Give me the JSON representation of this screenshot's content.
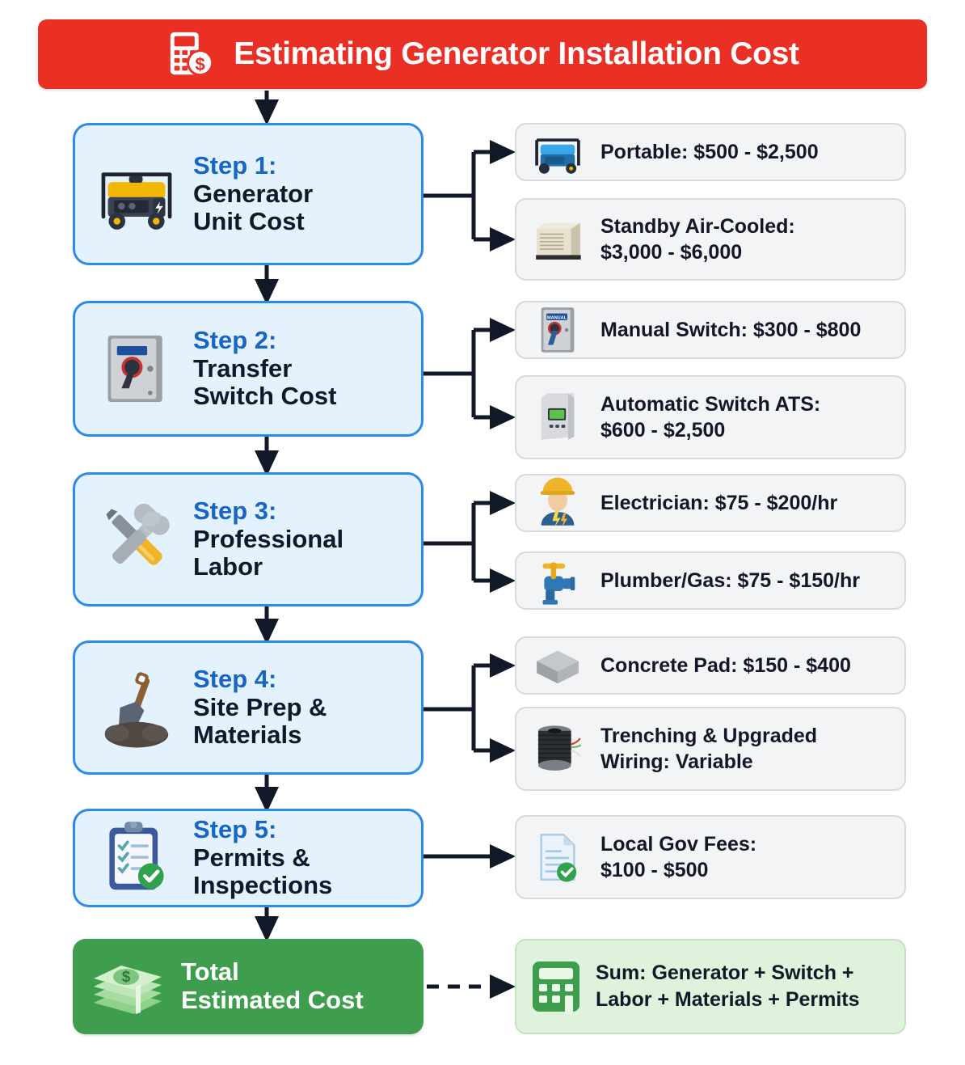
{
  "header": {
    "title": "Estimating Generator Installation Cost",
    "icon": "calculator-dollar-icon",
    "color": "#ea2f25"
  },
  "theme": {
    "step_fill": "#e3f2fd",
    "step_border": "#2b8bea",
    "step_label_color": "#1766c4",
    "detail_fill": "#f3f4f6",
    "detail_border": "#d7d9dd",
    "total_fill": "#3f9e4d",
    "sum_fill": "#dff2dc",
    "connector_color": "#111827"
  },
  "steps": [
    {
      "label": "Step 1:",
      "title_line1": "Generator",
      "title_line2": "Unit Cost",
      "icon": "portable-generator-yellow-icon",
      "details": [
        {
          "icon": "portable-generator-blue-icon",
          "line1": "Portable: $500 - $2,500",
          "line2": ""
        },
        {
          "icon": "standby-generator-icon",
          "line1": "Standby Air-Cooled:",
          "line2": "$3,000 - $6,000"
        }
      ]
    },
    {
      "label": "Step 2:",
      "title_line1": "Transfer",
      "title_line2": "Switch Cost",
      "icon": "transfer-switch-box-icon",
      "details": [
        {
          "icon": "manual-switch-icon",
          "line1": "Manual Switch: $300 - $800",
          "line2": ""
        },
        {
          "icon": "automatic-switch-icon",
          "line1": "Automatic Switch ATS:",
          "line2": "$600 - $2,500"
        }
      ]
    },
    {
      "label": "Step 3:",
      "title_line1": "Professional",
      "title_line2": "Labor",
      "icon": "tools-wrench-screwdriver-icon",
      "details": [
        {
          "icon": "electrician-worker-icon",
          "line1": "Electrician: $75 - $200/hr",
          "line2": ""
        },
        {
          "icon": "plumber-valve-icon",
          "line1": "Plumber/Gas: $75 - $150/hr",
          "line2": ""
        }
      ]
    },
    {
      "label": "Step 4:",
      "title_line1": "Site Prep &",
      "title_line2": "Materials",
      "icon": "shovel-dirt-icon",
      "details": [
        {
          "icon": "concrete-pad-icon",
          "line1": "Concrete Pad: $150 - $400",
          "line2": ""
        },
        {
          "icon": "wire-spool-icon",
          "line1": "Trenching & Upgraded",
          "line2": "Wiring: Variable"
        }
      ]
    },
    {
      "label": "Step 5:",
      "title_line1": "Permits &",
      "title_line2": "Inspections",
      "icon": "clipboard-check-icon",
      "details": [
        {
          "icon": "document-check-icon",
          "line1": "Local Gov Fees:",
          "line2": "$100 - $500"
        }
      ]
    }
  ],
  "total": {
    "icon": "money-stack-icon",
    "title_line1": "Total",
    "title_line2": "Estimated Cost",
    "sum": {
      "icon": "calculator-icon",
      "line1": "Sum: Generator + Switch +",
      "line2": "Labor + Materials + Permits"
    }
  }
}
